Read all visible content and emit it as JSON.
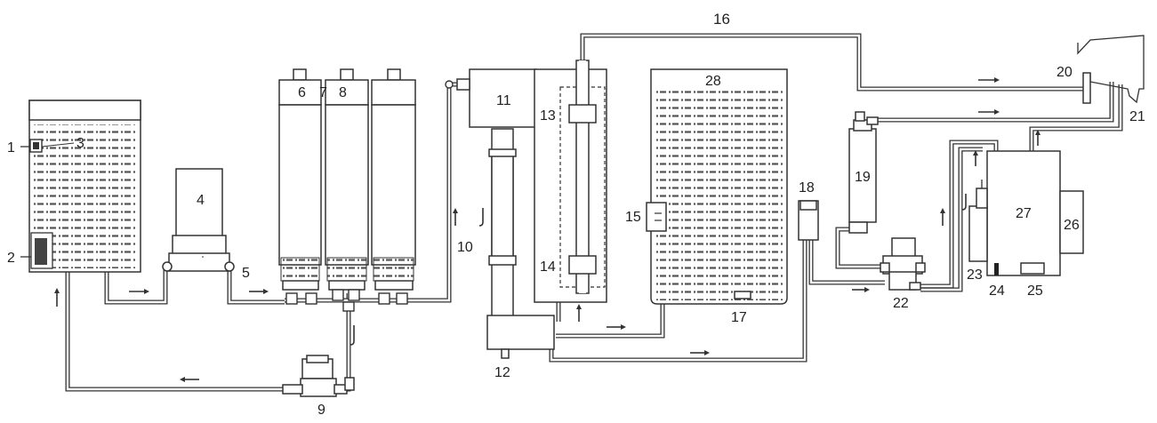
{
  "diagram": {
    "labels": {
      "n1": "1",
      "n2": "2",
      "n3": "3",
      "n4": "4",
      "n5": "5",
      "n6": "6",
      "n7": "7",
      "n8": "8",
      "n9": "9",
      "n10": "10",
      "n11": "11",
      "n12": "12",
      "n13": "13",
      "n14": "14",
      "n15": "15",
      "n16": "16",
      "n17": "17",
      "n18": "18",
      "n19": "19",
      "n20": "20",
      "n21": "21",
      "n22": "22",
      "n23": "23",
      "n24": "24",
      "n25": "25",
      "n26": "26",
      "n27": "27",
      "n28": "28"
    }
  },
  "colors": {
    "line": "#333333",
    "background": "#ffffff"
  }
}
